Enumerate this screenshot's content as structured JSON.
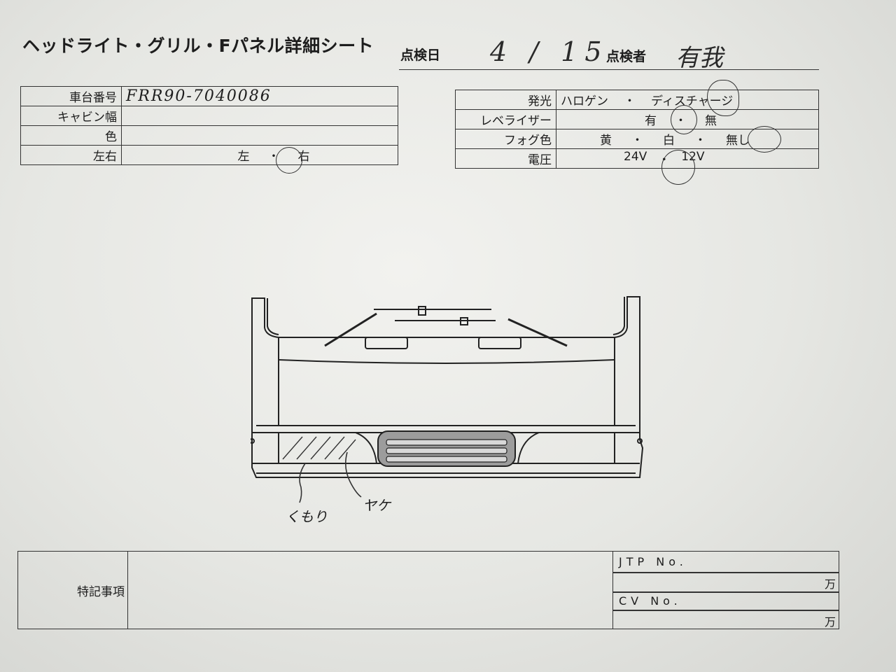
{
  "title": "ヘッドライト・グリル・Fパネル詳細シート",
  "header": {
    "inspection_date_label": "点検日",
    "inspection_date_value": "4 / 15",
    "inspector_label": "点検者",
    "inspector_value": "有我"
  },
  "vehicle_table": {
    "rows": [
      {
        "label": "車台番号",
        "value": "FRR90-7040086"
      },
      {
        "label": "キャビン幅",
        "value": ""
      },
      {
        "label": "色",
        "value": ""
      },
      {
        "label": "左右",
        "options": [
          "左",
          "右"
        ],
        "selected": "右"
      }
    ]
  },
  "spec_table": {
    "rows": [
      {
        "label": "発光",
        "options": [
          "ハロゲン",
          "ディスチャージ"
        ],
        "selected": "ディスチャージ"
      },
      {
        "label": "レベライザー",
        "options": [
          "有",
          "無"
        ],
        "selected": "有"
      },
      {
        "label": "フォグ色",
        "options": [
          "黄",
          "白",
          "無し"
        ],
        "selected": "無し"
      },
      {
        "label": "電圧",
        "options": [
          "24V",
          "12V"
        ],
        "selected": "24V"
      }
    ]
  },
  "drawing": {
    "callouts": [
      "くもり",
      "ヤケ"
    ]
  },
  "notes": {
    "label": "特記事項",
    "jtp_label": "JTP No.",
    "cv_label": "CV No.",
    "unit": "万"
  }
}
